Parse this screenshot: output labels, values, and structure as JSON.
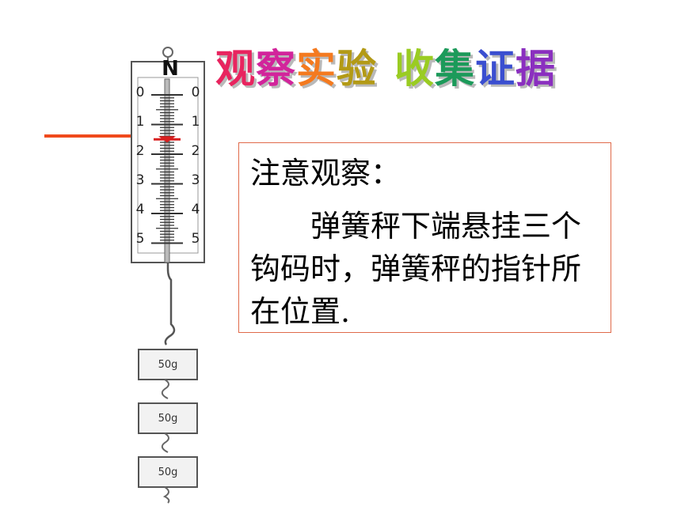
{
  "title": {
    "chars": [
      {
        "text": "观",
        "color": "#e8245f"
      },
      {
        "text": "察",
        "color": "#d2249b"
      },
      {
        "text": "实",
        "color": "#f47a1f"
      },
      {
        "text": "验",
        "color": "#b39a16"
      },
      {
        "text": "收",
        "color": "#9acc22"
      },
      {
        "text": "集",
        "color": "#1c9a5a"
      },
      {
        "text": "证",
        "color": "#3a4ed0"
      },
      {
        "text": "据",
        "color": "#8a2fbf"
      }
    ]
  },
  "note": {
    "heading": "注意观察：",
    "body": "弹簧秤下端悬挂三个钩码时，弹簧秤的指针所在位置."
  },
  "scale": {
    "unit": "N",
    "left_ticks": [
      "0",
      "1",
      "2",
      "3",
      "4",
      "5"
    ],
    "right_ticks": [
      "0",
      "1",
      "2",
      "3",
      "4",
      "5"
    ],
    "pointer_value": 1.5
  },
  "weights": [
    "50g",
    "50g",
    "50g"
  ],
  "colors": {
    "arrow": "#f04a1c",
    "pointer": "#d82020",
    "note_border": "#e06a4a"
  }
}
